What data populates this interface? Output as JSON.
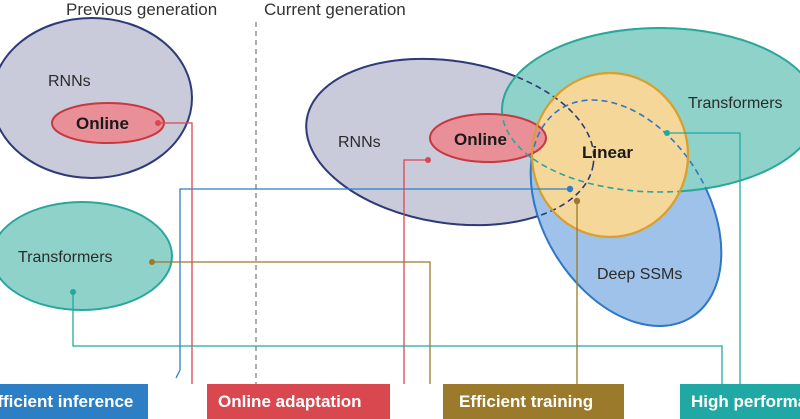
{
  "headers": {
    "previous": "Previous generation",
    "current": "Current generation"
  },
  "left": {
    "rnns": "RNNs",
    "online": "Online",
    "transformers": "Transformers"
  },
  "right": {
    "rnns": "RNNs",
    "online": "Online",
    "linear": "Linear",
    "transformers": "Transformers",
    "deep_ssms": "Deep SSMs"
  },
  "legend": {
    "efficient_inference": "Efficient inference",
    "online_adaptation": "Online adaptation",
    "efficient_training": "Efficient training",
    "high_performance": "High performance"
  },
  "colors": {
    "rnn_fill": "#c9cbdb",
    "online_fill": "#e98f97",
    "online_stroke": "#c8383f",
    "transformer_fill": "#8fd2ca",
    "transformer_stroke": "#2aa79b",
    "ssm_fill": "#9fc2ea",
    "ssm_stroke": "#2e78c6",
    "linear_fill": "#f6d79a",
    "linear_stroke": "#d8a02e",
    "inference": "#2c7fc4",
    "adaptation": "#d9474f",
    "training": "#9b7a2b",
    "performance": "#20a9a4"
  }
}
